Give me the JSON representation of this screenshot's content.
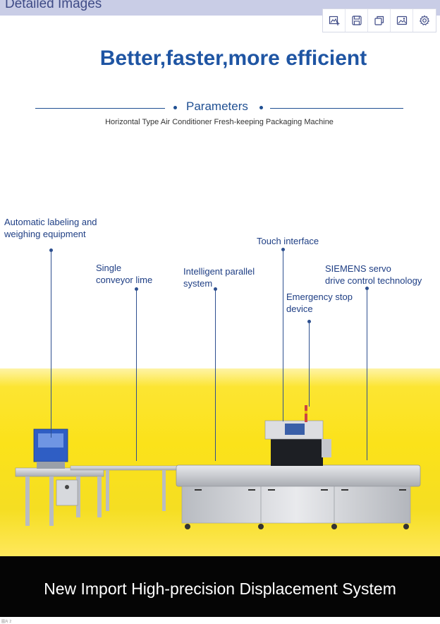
{
  "header": {
    "title": "Detailed Images"
  },
  "toolbar": [
    {
      "icon": "image-add-icon",
      "name": "add-image-button"
    },
    {
      "icon": "save-icon",
      "name": "save-button"
    },
    {
      "icon": "copy-icon",
      "name": "copy-button"
    },
    {
      "icon": "image-preview-icon",
      "name": "preview-button"
    },
    {
      "icon": "gear-icon",
      "name": "settings-button"
    }
  ],
  "poster": {
    "headline": "Better,faster,more efficient",
    "section_title": "Parameters",
    "subtitle": "Horizontal Type Air Conditioner Fresh-keeping Packaging Machine",
    "callouts": {
      "labeling": "Automatic labeling and\nweighing equipment",
      "conveyor": "Single\nconveyor lime",
      "parallel": "Intelligent parallel\nsystem",
      "touch": "Touch interface",
      "emergency": "Emergency stop\ndevice",
      "servo": "SIEMENS servo\ndrive control technology"
    },
    "bottom_caption": "New Import High-precision Displacement System"
  },
  "colors": {
    "header_bg": "#c9cde6",
    "headline": "#1f55a3",
    "yellow": "#fbe21a",
    "black_band": "#050505"
  },
  "footer_note": "图片 2"
}
